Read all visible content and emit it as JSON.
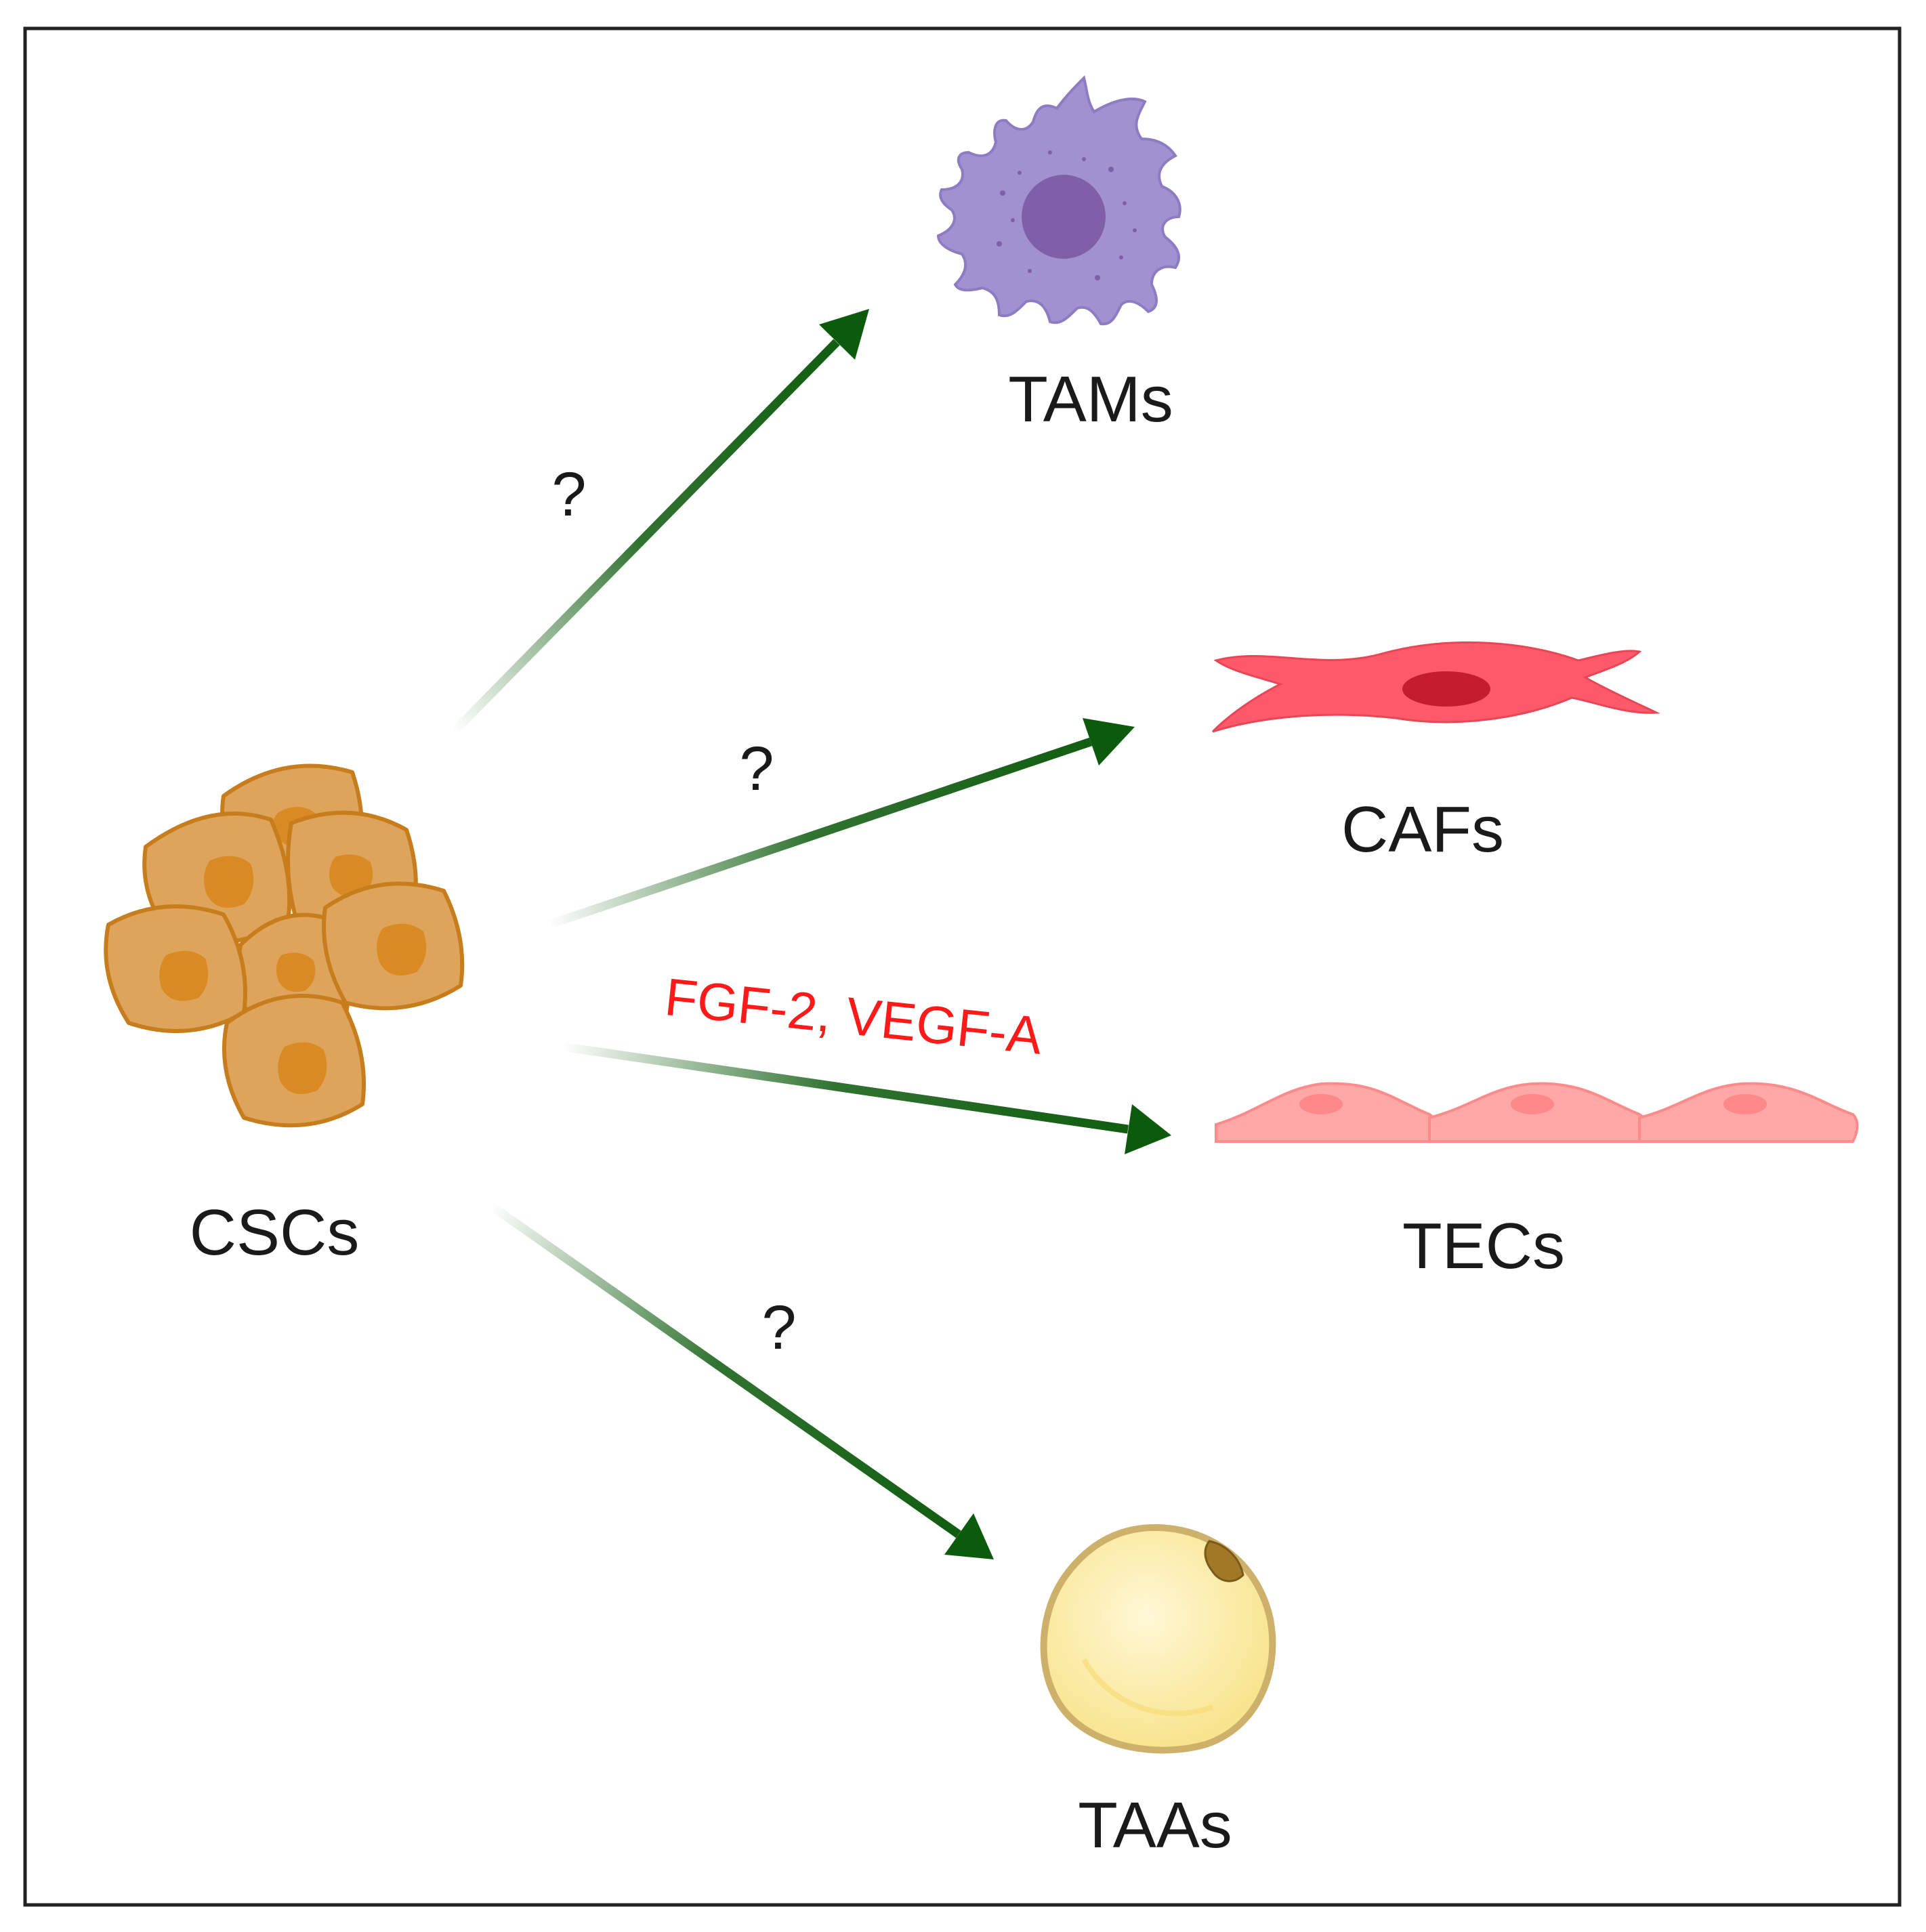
{
  "colors": {
    "arrow": "#0c5a0c",
    "frame": "#222222",
    "factor_text": "#ff1a1a",
    "csc_fill": "#dfa45c",
    "csc_stroke": "#c77d1c",
    "csc_nucleus": "#d98a22",
    "tam_fill": "#a291d1",
    "tam_nucleus": "#7e5fa8",
    "caf_fill": "#ff5a6a",
    "caf_nucleus": "#c41d2d",
    "tec_fill": "#ffa8a8",
    "tec_nucleus": "#ff8888",
    "taa_fill": "#fdf0b4",
    "taa_stroke": "#cdb06a"
  },
  "source": {
    "label": "CSCs",
    "icon": "cancer-stem-cell-cluster-icon"
  },
  "targets": [
    {
      "id": "tam",
      "label": "TAMs",
      "icon": "macrophage-icon",
      "arrow_label": "?"
    },
    {
      "id": "caf",
      "label": "CAFs",
      "icon": "fibroblast-icon",
      "arrow_label": "?"
    },
    {
      "id": "tec",
      "label": "TECs",
      "icon": "endothelial-cells-icon",
      "arrow_label": "FGF-2, VEGF-A"
    },
    {
      "id": "taa",
      "label": "TAAs",
      "icon": "adipocyte-icon",
      "arrow_label": "?"
    }
  ]
}
